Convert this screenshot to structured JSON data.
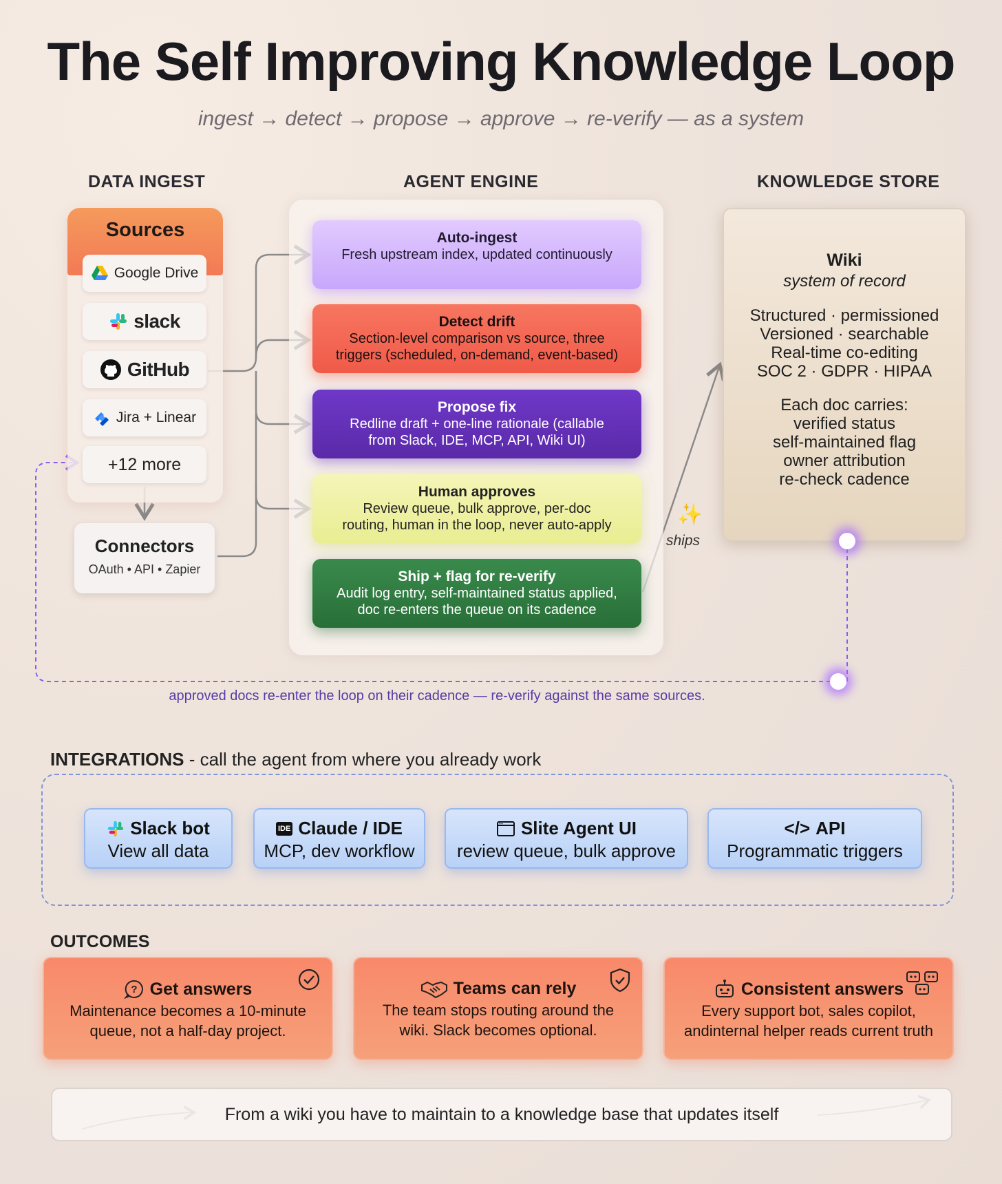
{
  "title": "The Self Improving Knowledge Loop",
  "subtitle": "ingest → detect → propose → approve → re-verify — as a system",
  "columns": {
    "ingest": "DATA INGEST",
    "engine": "AGENT ENGINE",
    "store": "KNOWLEDGE STORE"
  },
  "sources": {
    "header": "Sources",
    "items": [
      "Google Drive",
      "slack",
      "GitHub",
      "Jira + Linear",
      "+12 more"
    ],
    "icons": [
      "google-drive-icon",
      "slack-icon",
      "github-icon",
      "jira-icon"
    ]
  },
  "connectors": {
    "title": "Connectors",
    "subtitle": "OAuth • API • Zapier"
  },
  "engine": {
    "steps": [
      {
        "title": "Auto-ingest",
        "desc": [
          "Fresh upstream index, updated continuously"
        ]
      },
      {
        "title": "Detect drift",
        "desc": [
          "Section-level comparison vs source, three",
          "triggers (scheduled, on-demand, event-based)"
        ]
      },
      {
        "title": "Propose fix",
        "desc": [
          "Redline draft + one-line rationale (callable",
          "from Slack, IDE, MCP, API, Wiki UI)"
        ]
      },
      {
        "title": "Human approves",
        "desc": [
          "Review queue, bulk approve, per-doc",
          "routing, human in the loop, never auto-apply"
        ]
      },
      {
        "title": "Ship + flag for re-verify",
        "desc": [
          "Audit log entry, self-maintained status applied,",
          "doc re-enters the queue on its cadence"
        ]
      }
    ],
    "colors": [
      "#c7a7fb",
      "#f05a49",
      "#5a2aa8",
      "#e9ed92",
      "#286f38"
    ]
  },
  "wiki": {
    "title": "Wiki",
    "subtitle": "system of record",
    "features": [
      "Structured · permissioned",
      "Versioned · searchable",
      "Real-time co-editing",
      "SOC 2 · GDPR · HIPAA"
    ],
    "carries_title": "Each doc carries:",
    "carries": [
      "verified status",
      "self-maintained flag",
      "owner attribution",
      "re-check cadence"
    ]
  },
  "ships_label": "ships",
  "loop_note": "approved docs re-enter the loop on their cadence — re-verify against the same sources.",
  "integrations": {
    "heading_bold": "INTEGRATIONS",
    "heading_rest": " - call the agent from where you already work",
    "items": [
      {
        "title": "Slack bot",
        "desc": "View all data",
        "icon": "slack-icon"
      },
      {
        "title": "Claude / IDE",
        "desc": "MCP, dev workflow",
        "icon": "ide-icon",
        "badge": "IDE"
      },
      {
        "title": "Slite Agent UI",
        "desc": "review queue, bulk approve",
        "icon": "window-icon"
      },
      {
        "title": "API",
        "desc": "Programmatic triggers",
        "icon": "code-icon",
        "glyph": "</>"
      }
    ]
  },
  "outcomes": {
    "heading": "OUTCOMES",
    "items": [
      {
        "title": "Get answers",
        "desc": [
          "Maintenance becomes a 10-minute",
          "queue, not a half-day project."
        ]
      },
      {
        "title": "Teams can rely",
        "desc": [
          "The team stops routing around the",
          "wiki. Slack becomes optional."
        ]
      },
      {
        "title": "Consistent answers",
        "desc": [
          "Every support bot, sales copilot,",
          "andinternal helper reads current truth"
        ]
      }
    ]
  },
  "footer": "From a wiki you have to maintain to a knowledge base that updates itself",
  "colors": {
    "accent_purple": "#8b5cf6",
    "loop_text": "#5b3aa4",
    "connector_line": "#8a8a8a"
  }
}
